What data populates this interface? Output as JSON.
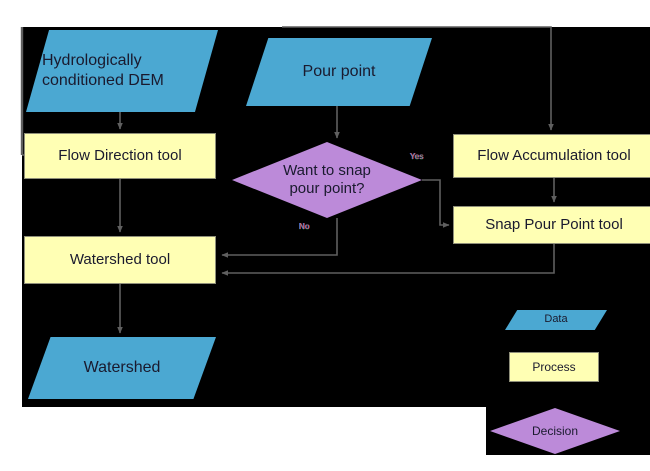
{
  "canvas": {
    "background_color": "#000000",
    "page_color": "#ffffff"
  },
  "palette": {
    "data_fill": "#4ba8d2",
    "process_fill": "#ffffb4",
    "process_stroke": "#8f8f7a",
    "decision_fill": "#bc8ad9",
    "connector": "#595959",
    "text": "#1a1a2e"
  },
  "nodes": {
    "dem": {
      "label": "Hydrologically conditioned DEM",
      "type": "data"
    },
    "pour_point": {
      "label": "Pour point",
      "type": "data"
    },
    "flow_direction": {
      "label": "Flow Direction tool",
      "type": "process"
    },
    "flow_accumulation": {
      "label": "Flow Accumulation tool",
      "type": "process"
    },
    "snap_pour_point": {
      "label": "Snap Pour Point tool",
      "type": "process"
    },
    "decision": {
      "label": "Want to snap pour point?",
      "type": "decision"
    },
    "watershed_tool": {
      "label": "Watershed tool",
      "type": "process"
    },
    "watershed": {
      "label": "Watershed",
      "type": "data"
    }
  },
  "edge_labels": {
    "yes": "Yes",
    "no": "No"
  },
  "legend": {
    "data": "Data",
    "process": "Process",
    "decision": "Decision"
  }
}
